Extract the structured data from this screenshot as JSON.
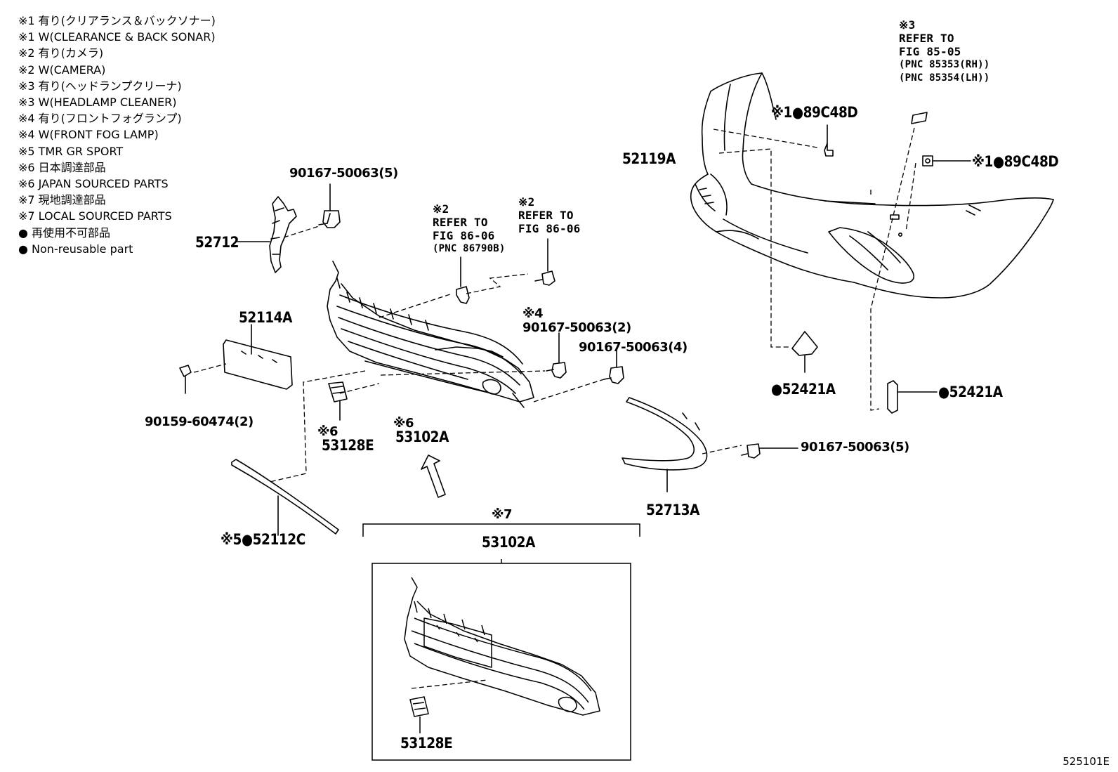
{
  "legend": [
    "※1 有り(クリアランス＆バックソナー)",
    "※1 W(CLEARANCE & BACK SONAR)",
    "※2 有り(カメラ)",
    "※2 W(CAMERA)",
    "※3 有り(ヘッドランプクリーナ)",
    "※3 W(HEADLAMP CLEANER)",
    "※4 有り(フロントフォグランプ)",
    "※4 W(FRONT FOG LAMP)",
    "※5 TMR GR SPORT",
    "※6 日本調達部品",
    "※6 JAPAN SOURCED PARTS",
    "※7 現地調達部品",
    "※7 LOCAL SOURCED PARTS",
    "● 再使用不可部品",
    "● Non-reusable part"
  ],
  "labels": {
    "p52712": "52712",
    "p90167_5_top": "90167-50063(5)",
    "p52114A": "52114A",
    "p90159": "90159-60474(2)",
    "refer_2a_mark": "※2",
    "refer_2a_l1": "REFER TO",
    "refer_2a_l2": "FIG 86-06",
    "refer_2a_l3": "(PNC 86790B)",
    "refer_2b_mark": "※2",
    "refer_2b_l1": "REFER TO",
    "refer_2b_l2": "FIG 86-06",
    "p90167_2_mark": "※4",
    "p90167_2": "90167-50063(2)",
    "p90167_4": "90167-50063(4)",
    "p53128E_mark": "※6",
    "p53128E": "53128E",
    "p53102A_mark": "※6",
    "p53102A": "53102A",
    "p52112C": "※5●52112C",
    "p52713A": "52713A",
    "p90167_5_right": "90167-50063(5)",
    "p52119A": "52119A",
    "refer_3_mark": "※3",
    "refer_3_l1": "REFER TO",
    "refer_3_l2": "FIG 85-05",
    "refer_3_l3": "(PNC 85353(RH))",
    "refer_3_l4": "(PNC 85354(LH))",
    "p89C48D_top": "※1●89C48D",
    "p89C48D_right": "※1●89C48D",
    "p52421A_left": "●52421A",
    "p52421A_right": "●52421A",
    "local_mark": "※7",
    "local_53102A": "53102A",
    "local_53128E": "53128E"
  },
  "illustration_code": "525101E"
}
